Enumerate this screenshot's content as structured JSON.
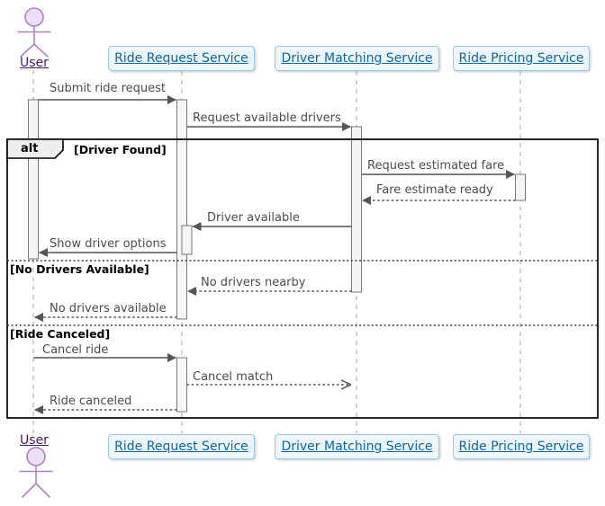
{
  "diagram": {
    "type": "sequence",
    "actor": {
      "name": "User"
    },
    "participants": [
      {
        "name": "Ride Request Service"
      },
      {
        "name": "Driver Matching Service"
      },
      {
        "name": "Ride Pricing Service"
      }
    ],
    "alt_frame": {
      "operator": "alt",
      "sections": [
        {
          "guard": "[Driver Found]"
        },
        {
          "guard": "[No Drivers Available]"
        },
        {
          "guard": "[Ride Canceled]"
        }
      ]
    },
    "messages": [
      {
        "from": "User",
        "to": "Ride Request Service",
        "label": "Submit ride request",
        "line": "solid"
      },
      {
        "from": "Ride Request Service",
        "to": "Driver Matching Service",
        "label": "Request available drivers",
        "line": "solid"
      },
      {
        "from": "Driver Matching Service",
        "to": "Ride Pricing Service",
        "label": "Request estimated fare",
        "line": "solid"
      },
      {
        "from": "Ride Pricing Service",
        "to": "Driver Matching Service",
        "label": "Fare estimate ready",
        "line": "dashed"
      },
      {
        "from": "Driver Matching Service",
        "to": "Ride Request Service",
        "label": "Driver available",
        "line": "solid"
      },
      {
        "from": "Ride Request Service",
        "to": "User",
        "label": "Show driver options",
        "line": "solid"
      },
      {
        "from": "Driver Matching Service",
        "to": "Ride Request Service",
        "label": "No drivers nearby",
        "line": "dashed"
      },
      {
        "from": "Ride Request Service",
        "to": "User",
        "label": "No drivers available",
        "line": "dashed"
      },
      {
        "from": "User",
        "to": "Ride Request Service",
        "label": "Cancel ride",
        "line": "solid"
      },
      {
        "from": "Ride Request Service",
        "to": "Driver Matching Service",
        "label": "Cancel match",
        "line": "dashed"
      },
      {
        "from": "Ride Request Service",
        "to": "User",
        "label": "Ride canceled",
        "line": "dashed"
      }
    ],
    "colors": {
      "participant_fill": "#EDF6FC",
      "participant_border": "#9BC6E6",
      "participant_text": "#0B66A3",
      "actor_stroke": "#AE82C5",
      "actor_fill": "#EDDEF5",
      "actor_text": "#47166B",
      "arrow": "#555555",
      "message_text": "#4B4B4B",
      "lifeline": "#A6A6A6",
      "activation_fill": "#F5F5F5",
      "activation_border": "#787878",
      "frame_border": "#000000",
      "frame_label_fill": "#EEEEEE"
    }
  }
}
